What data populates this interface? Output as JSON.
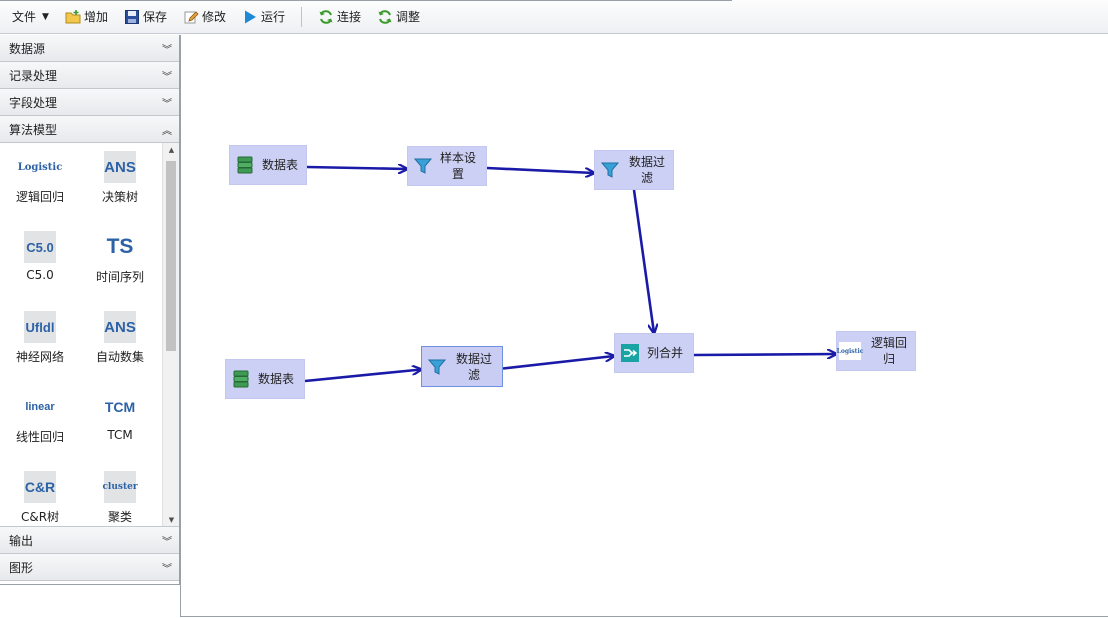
{
  "toolbar": {
    "file": "文件",
    "add": "增加",
    "save": "保存",
    "edit": "修改",
    "run": "运行",
    "connect": "连接",
    "adjust": "调整"
  },
  "sidebar": {
    "sections": [
      "数据源",
      "记录处理",
      "字段处理",
      "算法模型",
      "输出",
      "图形"
    ],
    "algorithms": [
      {
        "icon": "Logistic",
        "label": "逻辑回归"
      },
      {
        "icon": "ANS",
        "label": "决策树"
      },
      {
        "icon": "C5.0",
        "label": "C5.0"
      },
      {
        "icon": "TS",
        "label": "时间序列"
      },
      {
        "icon": "Ufldl",
        "label": "神经网络"
      },
      {
        "icon": "ANS",
        "label": "自动数集"
      },
      {
        "icon": "linear",
        "label": "线性回归"
      },
      {
        "icon": "TCM",
        "label": "TCM"
      },
      {
        "icon": "C&R",
        "label": "C&R树"
      },
      {
        "icon": "cluster",
        "label": "聚类"
      }
    ]
  },
  "canvas": {
    "nodes": [
      {
        "label": "数据表",
        "icon": "database-icon"
      },
      {
        "label": "样本设置",
        "icon": "filter-icon"
      },
      {
        "label": "数据过滤",
        "icon": "filter-icon"
      },
      {
        "label": "数据表",
        "icon": "database-icon"
      },
      {
        "label": "数据过滤",
        "icon": "filter-icon"
      },
      {
        "label": "列合并",
        "icon": "merge-icon"
      },
      {
        "label": "逻辑回归",
        "icon": "logistic-icon"
      }
    ],
    "edges": [
      [
        0,
        1
      ],
      [
        1,
        2
      ],
      [
        2,
        5
      ],
      [
        3,
        4
      ],
      [
        4,
        5
      ],
      [
        5,
        6
      ]
    ]
  },
  "colors": {
    "node_fill": "#cdd0f5",
    "edge": "#1a1aa8",
    "icon_text": "#2c62a6"
  }
}
